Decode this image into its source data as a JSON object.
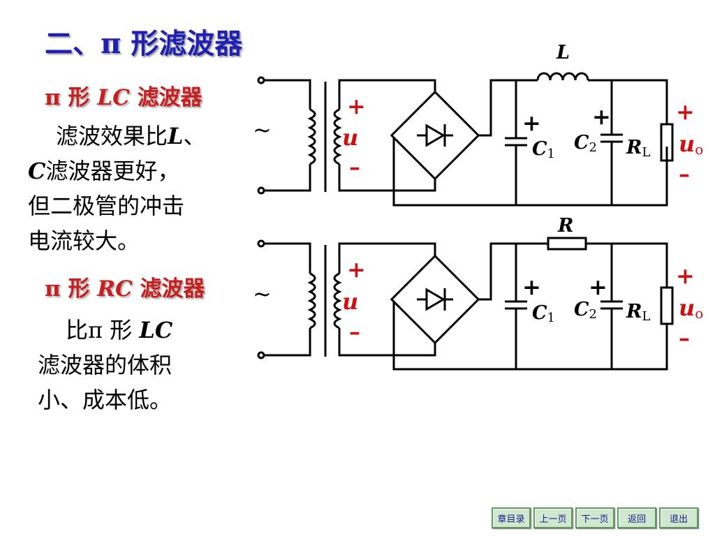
{
  "title": "二、π 形滤波器",
  "lc": {
    "heading_prefix": "π 形",
    "heading_italic": "LC",
    "heading_suffix": "滤波器",
    "body_line1_prefix": "滤波效果比",
    "body_line1_italic": "L",
    "body_line1_suffix": "、",
    "body_line2_italic": "C",
    "body_line2_suffix": "滤波器更好，",
    "body_line3": "但二极管的冲击",
    "body_line4": "电流较大。"
  },
  "rc": {
    "heading_prefix": "π 形",
    "heading_italic": "RC",
    "heading_suffix": "滤波器",
    "body_line1_prefix": "比π 形",
    "body_line1_italic": "LC",
    "body_line2": "滤波器的体积",
    "body_line3": "小、成本低。"
  },
  "circuit_lc": {
    "tilde": "~",
    "u": "u",
    "plus": "+",
    "minus": "–",
    "inductor": "L",
    "c1": "C",
    "c1_sub": "1",
    "c2": "C",
    "c2_sub": "2",
    "rl": "R",
    "rl_sub": "L",
    "uo": "u",
    "uo_sub": "o"
  },
  "circuit_rc": {
    "tilde": "~",
    "u": "u",
    "plus": "+",
    "minus": "–",
    "resistor": "R",
    "c1": "C",
    "c1_sub": "1",
    "c2": "C",
    "c2_sub": "2",
    "rl": "R",
    "rl_sub": "L",
    "uo": "u",
    "uo_sub": "o"
  },
  "nav": {
    "toc": "章目录",
    "prev": "上一页",
    "next": "下一页",
    "back": "返回",
    "exit": "退出"
  },
  "colors": {
    "title": "#1f1fb4",
    "heading": "#c81e1e",
    "polarity": "#d01010",
    "nav_bg": "#cfe8cf"
  }
}
